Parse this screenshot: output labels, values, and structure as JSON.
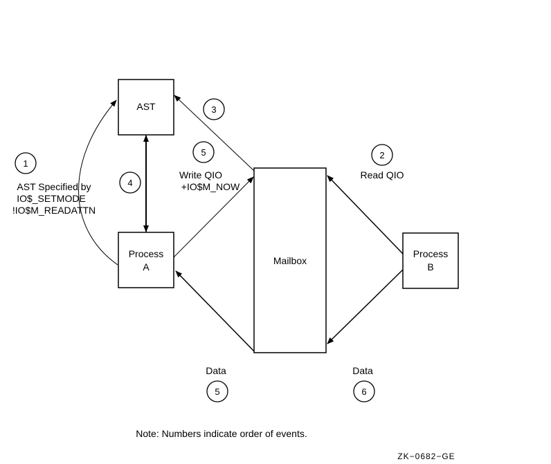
{
  "nodes": {
    "ast": "AST",
    "process_a": [
      "Process",
      "A"
    ],
    "mailbox": "Mailbox",
    "process_b": [
      "Process",
      "B"
    ]
  },
  "labels": {
    "ast_specified": [
      "AST Specified by",
      "IO$_SETMODE",
      "!IO$M_READATTN"
    ],
    "write_qio": [
      "Write QIO",
      "+IO$M_NOW"
    ],
    "read_qio": "Read QIO",
    "data_left": "Data",
    "data_right": "Data"
  },
  "steps": {
    "s1": "1",
    "s2": "2",
    "s3": "3",
    "s4": "4",
    "s5_write": "5",
    "s5_data": "5",
    "s6": "6"
  },
  "note": "Note: Numbers indicate order of events.",
  "figure_id": "ZK−0682−GE"
}
